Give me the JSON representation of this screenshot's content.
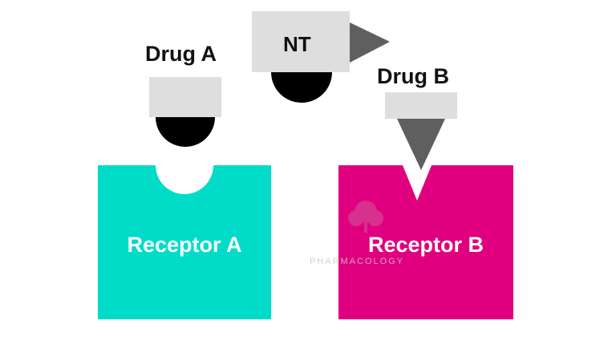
{
  "labels": {
    "drug_a": "Drug A",
    "drug_b": "Drug B",
    "nt": "NT",
    "receptor_a": "Receptor A",
    "receptor_b": "Receptor B"
  },
  "watermark": {
    "text": "PHARMACOLOGY",
    "icon": "tree-icon"
  },
  "colors": {
    "receptor_a": "#00dcc8",
    "receptor_b": "#e0007f",
    "ligand_block": "#dedede",
    "round_head": "#000000",
    "pointed_head": "#5f5f5f",
    "background": "#ffffff"
  }
}
